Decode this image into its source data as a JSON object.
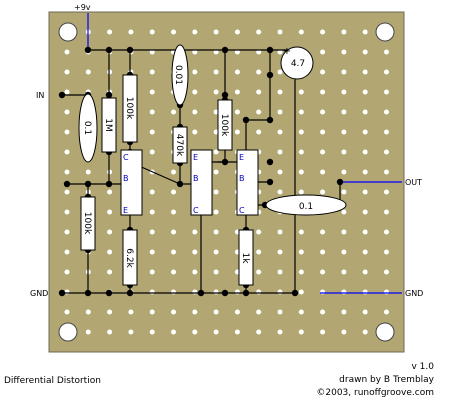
{
  "labels": {
    "supply": "+9v",
    "input": "IN",
    "ground_left": "GND",
    "output": "OUT",
    "ground_right": "GND"
  },
  "components": {
    "c_in": "0.1",
    "r_1m": "1M",
    "r_100k_top": "100k",
    "r_100k_bottom": "100k",
    "c_001": "0.01",
    "r_470k": "470k",
    "r_100k_mid": "100k",
    "r_62k": "6.2k",
    "r_1k": "1k",
    "c_47": "4.7",
    "c_47_plus": "+",
    "c_out": "0.1"
  },
  "transistor_pins": {
    "q1_c": "C",
    "q1_b": "B",
    "q1_e": "E",
    "q2_e": "E",
    "q2_b": "B",
    "q2_c": "C",
    "q3_e": "E",
    "q3_b": "B",
    "q3_c": "C"
  },
  "footer": {
    "title": "Differential Distortion",
    "version": "v 1.0",
    "author": "drawn by B Tremblay",
    "copyright": "©2003, runoffgroove.com"
  },
  "colors": {
    "board": "#b2a773",
    "board_edge": "#6f6a55",
    "hole": "#ffffff",
    "wire": "#000000",
    "external_wire": "#0000ff",
    "pin_label": "#0000c0"
  }
}
